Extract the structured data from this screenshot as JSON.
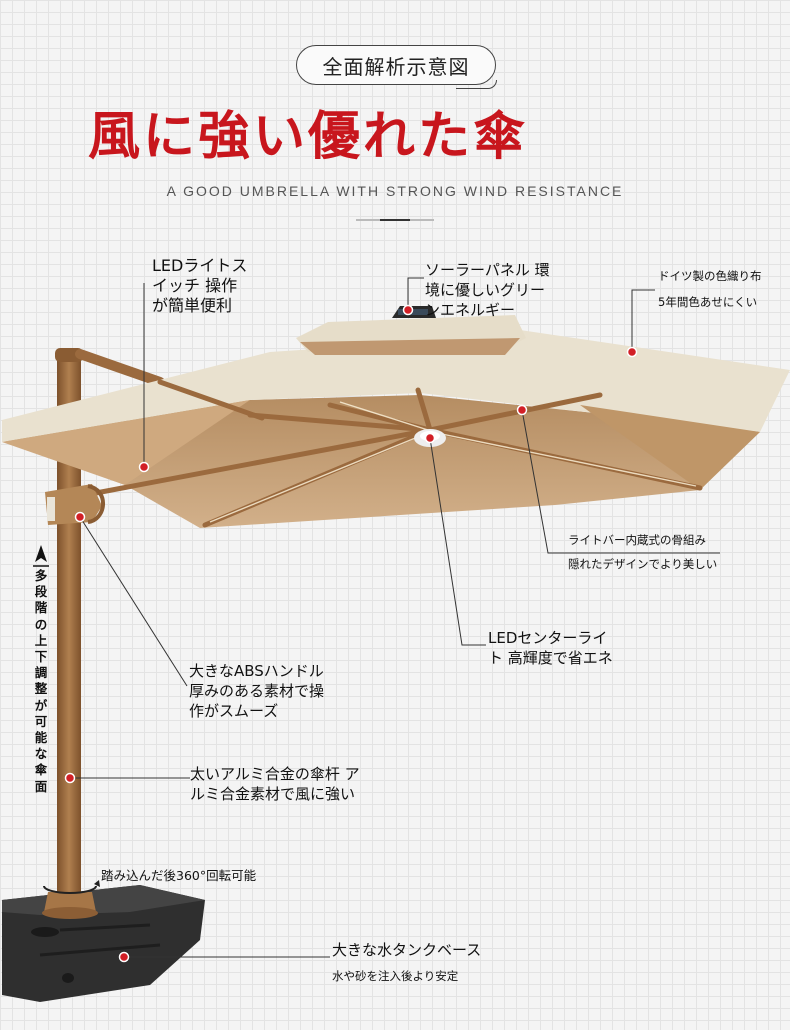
{
  "header": {
    "badge": "全面解析示意図",
    "headline": "風に強い優れた傘",
    "subtitle": "A GOOD UMBRELLA WITH STRONG WIND RESISTANCE"
  },
  "annotations": {
    "led_switch": [
      "LEDライトス",
      "イッチ 操作",
      "が簡単便利"
    ],
    "solar_panel": [
      "ソーラーパネル 環",
      "境に優しいグリー",
      "ンエネルギー"
    ],
    "fabric": [
      "ドイツ製の色織り布",
      "5年間色あせにくい"
    ],
    "rib_light": [
      "ライトバー内蔵式の骨組み",
      "隠れたデザインでより美しい"
    ],
    "center_light": [
      "LEDセンターライ",
      "ト 高輝度で省エネ"
    ],
    "abs_handle": [
      "大きなABSハンドル",
      "厚みのある素材で操",
      "作がスムーズ"
    ],
    "alloy_pole": [
      "太いアルミ合金の傘杆 ア",
      "ルミ合金素材で風に強い"
    ],
    "rotation": "踏み込んだ後360°回転可能",
    "water_base": [
      "大きな水タンクベース",
      "水や砂を注入後より安定"
    ],
    "vertical_note": [
      "多",
      "段",
      "階",
      "の",
      "上",
      "下",
      "調",
      "整",
      "が",
      "可",
      "能",
      "な",
      "傘",
      "面"
    ]
  },
  "colors": {
    "accent_red": "#c8161d",
    "canopy_top": "#e7dfcc",
    "canopy_under": "#c59f74",
    "frame_wood": "#9b6a3e",
    "base_dark": "#2e2e2e"
  }
}
